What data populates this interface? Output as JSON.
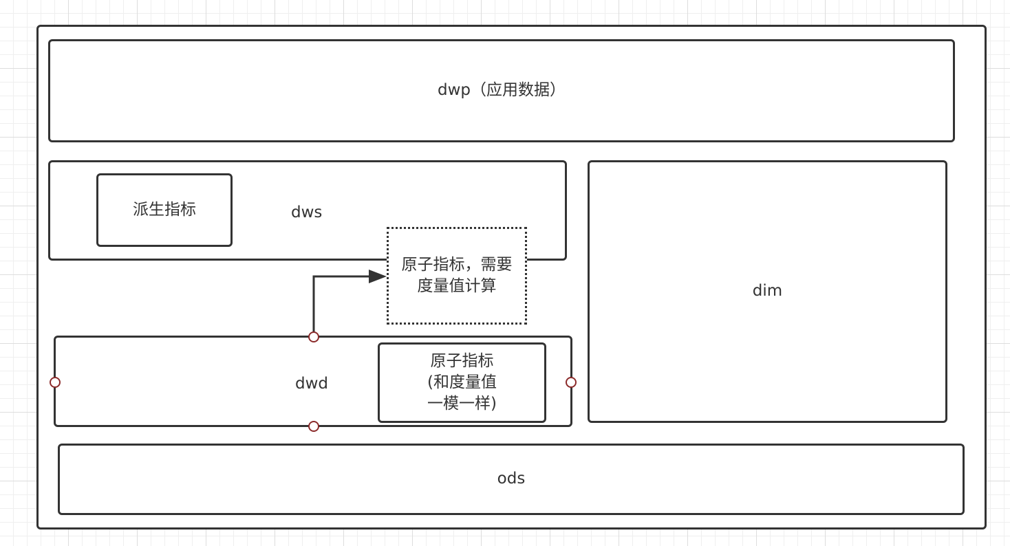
{
  "diagram": {
    "layers": {
      "dwp": "dwp（应用数据）",
      "dws": "dws",
      "dwd": "dwd",
      "dim": "dim",
      "ods": "ods"
    },
    "nodes": {
      "derived_metric": "派生指标",
      "atomic_metric_calc": "原子指标，需要度量值计算",
      "atomic_metric_same": "原子指标\n(和度量值\n一模一样)"
    },
    "colors": {
      "stroke": "#333333",
      "connection_point": "#8b2a2a",
      "grid": "#dddddd"
    }
  }
}
